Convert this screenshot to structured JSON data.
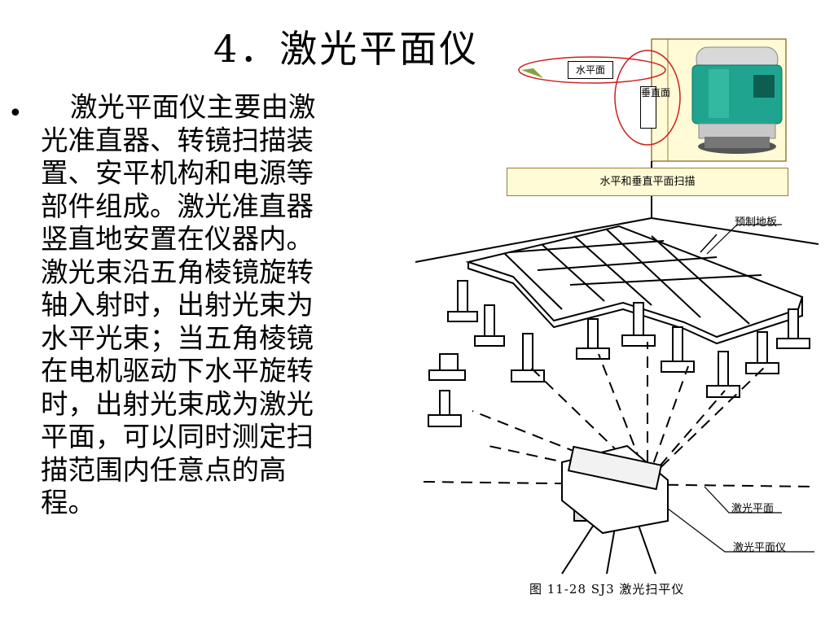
{
  "slide": {
    "title": "4．激光平面仪",
    "bullet": "•",
    "body": "激光平面仪主要由激光准直器、转镜扫描装置、安平机构和电源等部件组成。激光准直器竖直地安置在仪器内。激光束沿五角棱镜旋转轴入射时，出射光束为水平光束；当五角棱镜在电机驱动下水平旋转时，出射光束成为激光平面，可以同时测定扫描范围内任意点的高程。"
  },
  "figure": {
    "label_horizontal": "水平面",
    "label_vertical": "垂直面",
    "scan_banner": "水平和垂直平面扫描",
    "label_floor": "预制地板",
    "label_laser_plane": "激光平面",
    "label_instrument": "激光平面仪",
    "caption": "图 11-28   SJ3 激光扫平仪"
  },
  "colors": {
    "ellipse": "#cc2020",
    "banner_fill": "#fffbd6",
    "banner_border": "#9b7b3a",
    "instrument_teal": "#1fa58f"
  }
}
